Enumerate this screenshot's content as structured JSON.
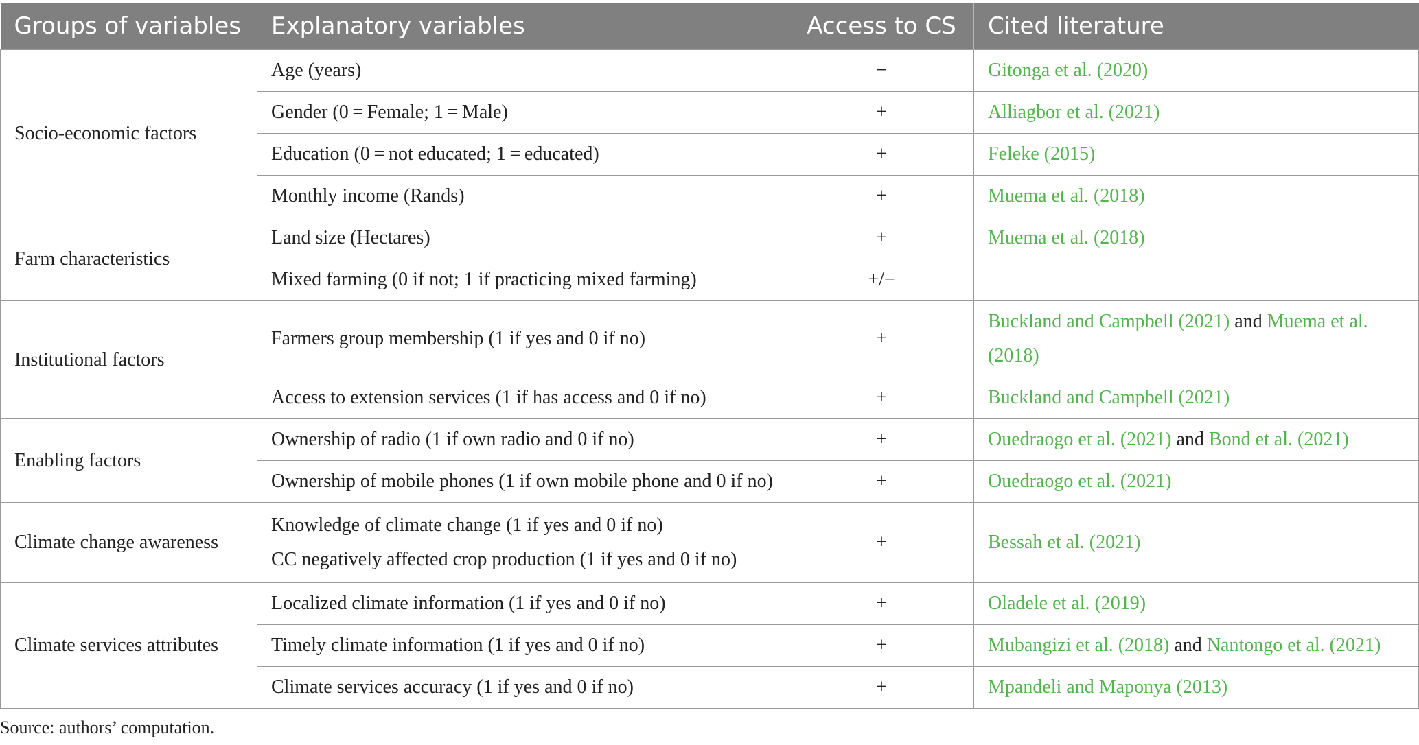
{
  "headers": [
    "Groups of variables",
    "Explanatory variables",
    "Access to CS",
    "Cited literature"
  ],
  "groups": [
    {
      "name": "Socio-economic factors",
      "rows": [
        {
          "variable": "Age (years)",
          "sign": "−",
          "cite": [
            {
              "text": "Gitonga et al. (2020)",
              "link": true
            }
          ]
        },
        {
          "variable": "Gender (0 = Female; 1 = Male)",
          "sign": "+",
          "cite": [
            {
              "text": "Alliagbor et al. (2021)",
              "link": true
            }
          ]
        },
        {
          "variable": "Education (0 = not educated; 1 = educated)",
          "sign": "+",
          "cite": [
            {
              "text": "Feleke (2015)",
              "link": true
            }
          ]
        },
        {
          "variable": "Monthly income (Rands)",
          "sign": "+",
          "cite": [
            {
              "text": "Muema et al. (2018)",
              "link": true
            }
          ]
        }
      ]
    },
    {
      "name": "Farm characteristics",
      "rows": [
        {
          "variable": "Land size (Hectares)",
          "sign": "+",
          "cite": [
            {
              "text": "Muema et al. (2018)",
              "link": true
            }
          ]
        },
        {
          "variable": "Mixed farming (0 if not; 1 if practicing mixed farming)",
          "sign": "+/−",
          "cite": []
        }
      ]
    },
    {
      "name": "Institutional factors",
      "rows": [
        {
          "variable": "Farmers group membership (1 if yes and 0 if no)",
          "sign": "+",
          "tall": true,
          "cite": [
            {
              "text": "Buckland and Campbell (2021)",
              "link": true
            },
            {
              "text": " and ",
              "link": false
            },
            {
              "text": "Muema et al. (2018)",
              "link": true
            }
          ]
        },
        {
          "variable": "Access to extension services (1 if has access and 0 if no)",
          "sign": "+",
          "cite": [
            {
              "text": "Buckland and Campbell (2021)",
              "link": true
            }
          ]
        }
      ]
    },
    {
      "name": "Enabling factors",
      "rows": [
        {
          "variable": "Ownership of radio (1 if own radio and 0 if no)",
          "sign": "+",
          "cite": [
            {
              "text": "Ouedraogo et al. (2021)",
              "link": true
            },
            {
              "text": " and ",
              "link": false
            },
            {
              "text": "Bond et al. (2021)",
              "link": true
            }
          ]
        },
        {
          "variable": "Ownership of mobile phones (1 if own mobile phone and 0 if no)",
          "sign": "+",
          "cite": [
            {
              "text": "Ouedraogo et al. (2021)",
              "link": true
            }
          ]
        }
      ]
    },
    {
      "name": "Climate change awareness",
      "rows": [
        {
          "variable": "Knowledge of climate change (1 if yes and 0 if no)",
          "variable2": "CC negatively affected crop production (1 if yes and 0 if no)",
          "sign": "+",
          "tall": true,
          "cite": [
            {
              "text": "Bessah et al. (2021)",
              "link": true
            }
          ]
        }
      ]
    },
    {
      "name": "Climate services attributes",
      "rows": [
        {
          "variable": "Localized climate information (1 if yes and 0 if no)",
          "sign": "+",
          "cite": [
            {
              "text": "Oladele et al. (2019)",
              "link": true
            }
          ]
        },
        {
          "variable": "Timely climate information (1 if yes and 0 if no)",
          "sign": "+",
          "cite": [
            {
              "text": "Mubangizi et al. (2018)",
              "link": true
            },
            {
              "text": " and ",
              "link": false
            },
            {
              "text": "Nantongo et al. (2021)",
              "link": true
            }
          ]
        },
        {
          "variable": "Climate services accuracy (1 if yes and 0 if no)",
          "sign": "+",
          "cite": [
            {
              "text": "Mpandeli and Maponya (2013)",
              "link": true
            }
          ]
        }
      ]
    }
  ],
  "source_note": "Source: authors’ computation.",
  "colors": {
    "header_bg": "#808080",
    "link": "#55b450",
    "border": "#9a9a9a"
  }
}
